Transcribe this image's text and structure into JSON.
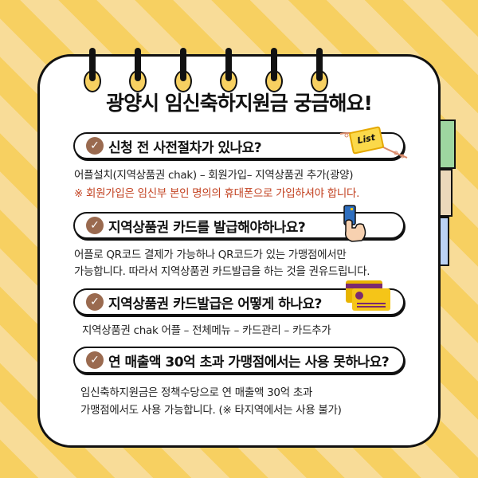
{
  "title": {
    "prefix": "광양시",
    "highlight": "임신축하지원금",
    "suffix": "궁금해요!"
  },
  "colors": {
    "stripe_dark": "#f7d061",
    "stripe_light": "#f8dc98",
    "check_badge": "#9a6a4f",
    "note_red": "#c2401f",
    "highlight_underline": "#f5c518",
    "tab_green": "#9ed6a0",
    "tab_beige": "#ecd8bb",
    "tab_blue": "#bcd2f4"
  },
  "list_tag": "List",
  "check_glyph": "✓",
  "sections": [
    {
      "question": "신청 전 사전절차가 있나요?",
      "icon": "list-tag-icon",
      "answer_lines": [
        "어플설치(지역상품권 chak) – 회원가입– 지역상품권 추가(광양)"
      ],
      "note": "※ 회원가입은 임신부 본인 명의의 휴대폰으로 가입하셔야 합니다."
    },
    {
      "question": "지역상품권 카드를 발급해야하나요?",
      "icon": "hand-holding-card-icon",
      "answer_lines": [
        "어플로 QR코드 결제가 가능하나 QR코드가 있는 가맹점에서만",
        "가능합니다. 따라서 지역상품권 카드발급을 하는 것을 권유드립니다."
      ]
    },
    {
      "question": "지역상품권 카드발급은 어떻게 하나요?",
      "icon": "credit-cards-icon",
      "answer_lines": [
        "지역상품권 chak 어플 – 전체메뉴 – 카드관리 – 카드추가"
      ]
    },
    {
      "question": "연 매출액 30억 초과 가맹점에서는 사용 못하나요?",
      "answer_lines": [
        "임신축하지원금은 정책수당으로 연 매출액 30억 초과",
        "가맹점에서도 사용 가능합니다. (※ 타지역에서는 사용 불가)"
      ]
    }
  ]
}
